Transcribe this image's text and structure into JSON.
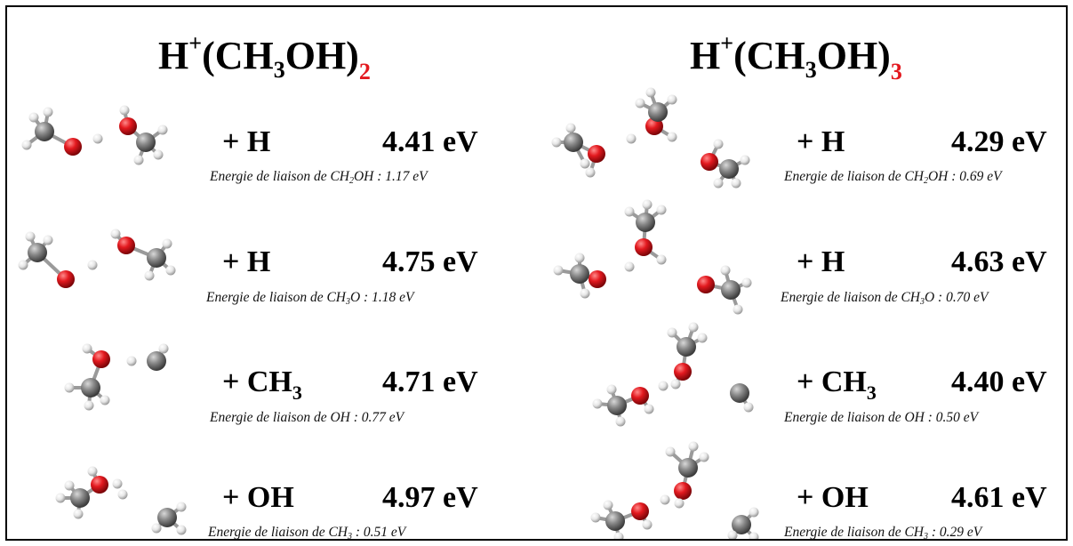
{
  "columns": [
    {
      "title": {
        "base": "H",
        "charge": "+",
        "open": "(CH",
        "sub_n": "3",
        "close": "OH)",
        "cluster_n": "2"
      },
      "rows": [
        {
          "product_base": "+ H",
          "product_sub": "",
          "energy": "4.41 eV",
          "bond_prefix": "Energie de liaison de CH",
          "bond_sub": "2",
          "bond_suffix": "OH : 1.17 eV"
        },
        {
          "product_base": "+ H",
          "product_sub": "",
          "energy": "4.75 eV",
          "bond_prefix": "Energie de liaison de CH",
          "bond_sub": "3",
          "bond_suffix": "O : 1.18 eV"
        },
        {
          "product_base": "+ CH",
          "product_sub": "3",
          "energy": "4.71 eV",
          "bond_prefix": "Energie de liaison de OH : 0.77 eV",
          "bond_sub": "",
          "bond_suffix": ""
        },
        {
          "product_base": "+ OH",
          "product_sub": "",
          "energy": "4.97 eV",
          "bond_prefix": "Energie de liaison de CH",
          "bond_sub": "3",
          "bond_suffix": " : 0.51 eV"
        }
      ]
    },
    {
      "title": {
        "base": "H",
        "charge": "+",
        "open": "(CH",
        "sub_n": "3",
        "close": "OH)",
        "cluster_n": "3"
      },
      "rows": [
        {
          "product_base": "+ H",
          "product_sub": "",
          "energy": "4.29 eV",
          "bond_prefix": "Energie de liaison de CH",
          "bond_sub": "2",
          "bond_suffix": "OH : 0.69 eV"
        },
        {
          "product_base": "+ H",
          "product_sub": "",
          "energy": "4.63 eV",
          "bond_prefix": "Energie de liaison de CH",
          "bond_sub": "3",
          "bond_suffix": "O : 0.70 eV"
        },
        {
          "product_base": "+ CH",
          "product_sub": "3",
          "energy": "4.40 eV",
          "bond_prefix": "Energie de liaison de OH : 0.50 eV",
          "bond_sub": "",
          "bond_suffix": ""
        },
        {
          "product_base": "+ OH",
          "product_sub": "",
          "energy": "4.61 eV",
          "bond_prefix": "Energie de liaison de CH",
          "bond_sub": "3",
          "bond_suffix": " : 0.29 eV"
        }
      ]
    }
  ],
  "colors": {
    "oxygen": "#e3191f",
    "carbon": "#8a8a8a",
    "hydrogen": "#e6e6e6",
    "cluster_index": "#e3191f"
  }
}
